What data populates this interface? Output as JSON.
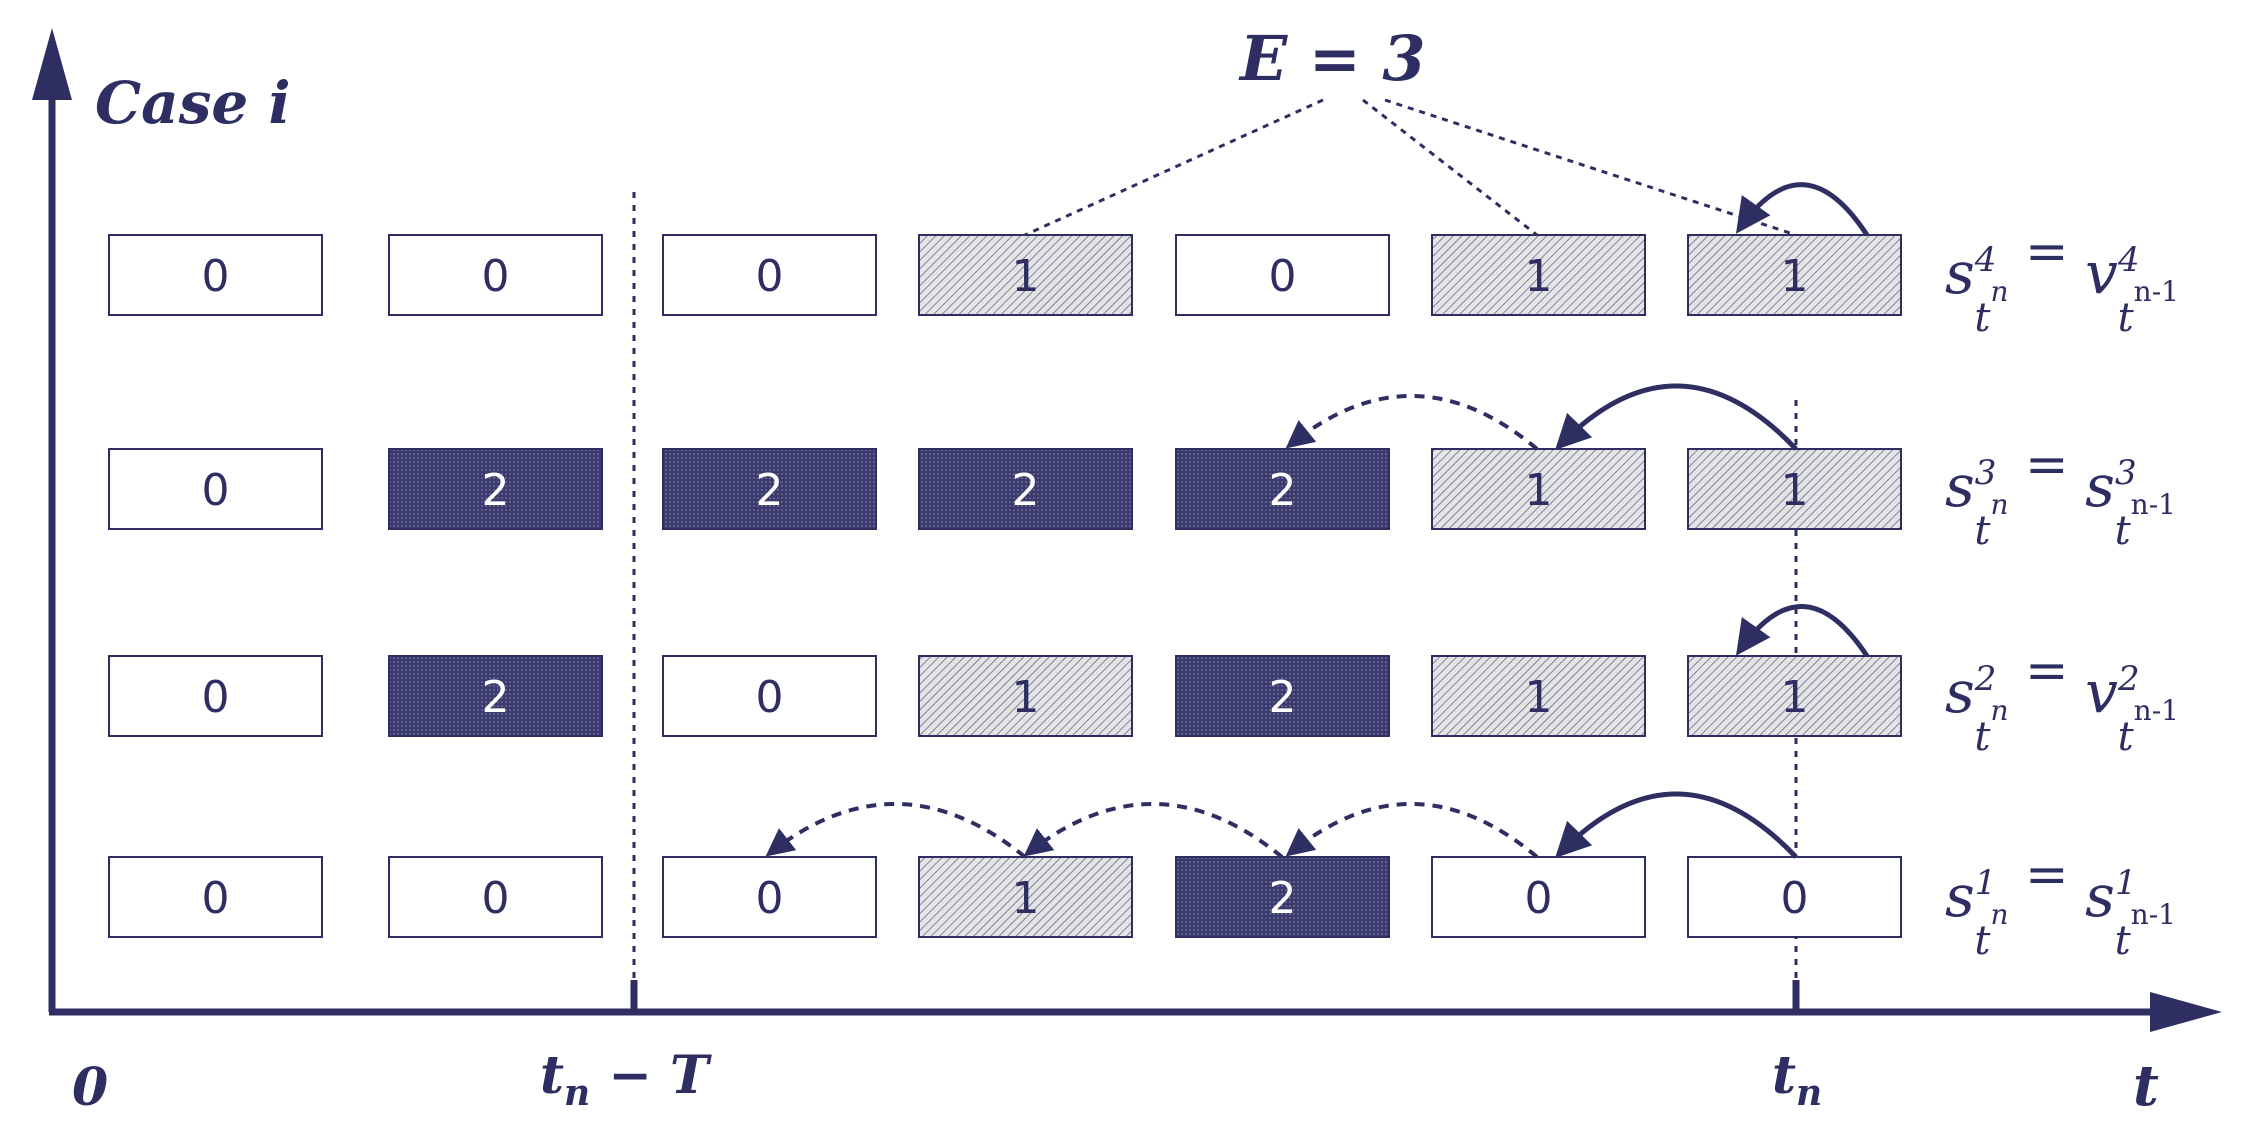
{
  "y_axis_label": "Case i",
  "x_axis_label": "t",
  "x_ticks": {
    "origin": "0",
    "window_start": "t",
    "window_start_sub": "n",
    "window_start_rest": " − T",
    "current": "t",
    "current_sub": "n"
  },
  "energy_label": {
    "prefix": "E = ",
    "value": "3"
  },
  "colors": {
    "ink": "#2e2e63",
    "hatch_fill": "#d6d6d6",
    "dark_fill": "#3a3a6e"
  },
  "rows": [
    {
      "case": 4,
      "cells": [
        "0",
        "0",
        "0",
        "1",
        "0",
        "1",
        "1"
      ],
      "equation": {
        "lhs": "s",
        "lhs_sup": "4",
        "rhs": "v",
        "rhs_sup": "4"
      }
    },
    {
      "case": 3,
      "cells": [
        "0",
        "2",
        "2",
        "2",
        "2",
        "1",
        "1"
      ],
      "equation": {
        "lhs": "s",
        "lhs_sup": "3",
        "rhs": "s",
        "rhs_sup": "3"
      }
    },
    {
      "case": 2,
      "cells": [
        "0",
        "2",
        "0",
        "1",
        "2",
        "1",
        "1"
      ],
      "equation": {
        "lhs": "s",
        "lhs_sup": "2",
        "rhs": "v",
        "rhs_sup": "2"
      }
    },
    {
      "case": 1,
      "cells": [
        "0",
        "0",
        "0",
        "1",
        "2",
        "0",
        "0"
      ],
      "equation": {
        "lhs": "s",
        "lhs_sup": "1",
        "rhs": "s",
        "rhs_sup": "1"
      }
    }
  ],
  "subscript_lhs": "t",
  "subscript_lhs_sub": "n",
  "subscript_rhs": "t",
  "subscript_rhs_sub": "n-1"
}
